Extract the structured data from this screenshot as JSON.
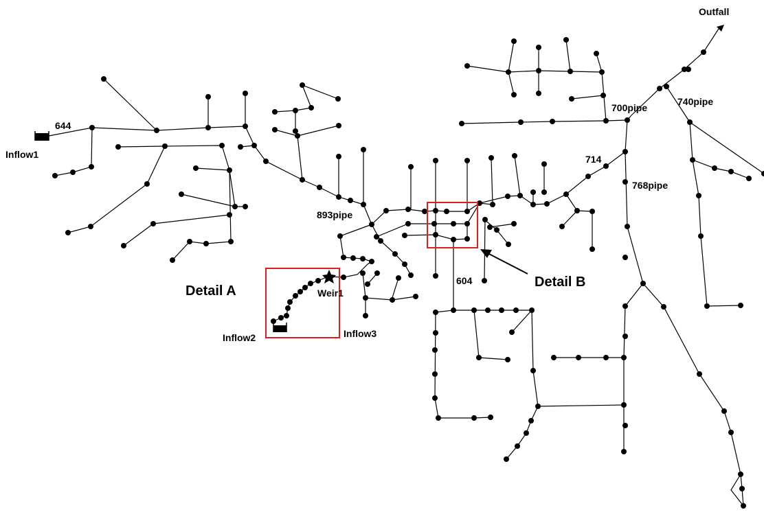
{
  "labels": {
    "outfall": "Outfall",
    "inflow1": "Inflow1",
    "inflow2": "Inflow2",
    "inflow3": "Inflow3",
    "weir1": "Weir1",
    "pipe_644": "644",
    "pipe_700": "700pipe",
    "pipe_740": "740pipe",
    "pipe_714": "714",
    "pipe_768": "768pipe",
    "pipe_893": "893pipe",
    "pipe_604": "604",
    "detail_a": "Detail A",
    "detail_b": "Detail B"
  },
  "colors": {
    "network": "#000000",
    "detail_box": "#e21b1b",
    "background": "#ffffff"
  },
  "icons": {
    "inflow": "storage-tank-icon",
    "outfall": "outfall-triangle-icon",
    "weir": "weir-star-icon"
  }
}
